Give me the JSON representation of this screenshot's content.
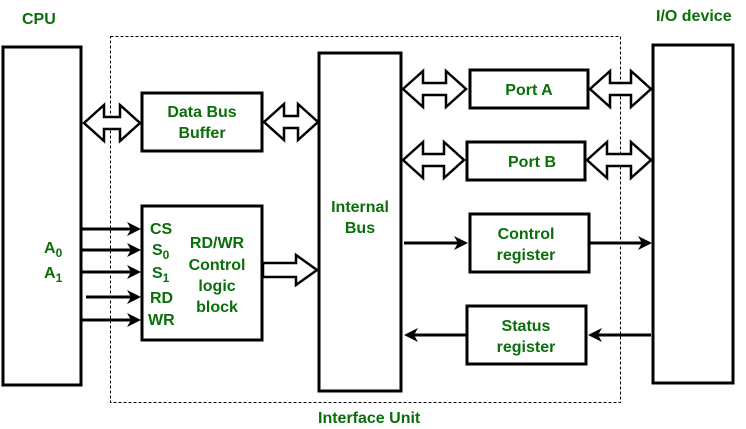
{
  "diagram": {
    "title": "I/O interface unit block diagram",
    "text_color": "#0a6e0a",
    "labels": {
      "cpu": "CPU",
      "io_device": "I/O device",
      "interface_unit": "Interface Unit"
    },
    "blocks": {
      "data_bus_buffer": [
        "Data Bus",
        "Buffer"
      ],
      "control_logic": [
        "RD/WR",
        "Control",
        "logic",
        "block"
      ],
      "internal_bus": [
        "Internal",
        "Bus"
      ],
      "port_a": [
        "Port A"
      ],
      "port_b": [
        "Port B"
      ],
      "control_register": [
        "Control",
        "register"
      ],
      "status_register": [
        "Status",
        "register"
      ]
    },
    "cpu_address_lines": [
      {
        "base": "A",
        "sub": "0"
      },
      {
        "base": "A",
        "sub": "1"
      }
    ],
    "control_signals": [
      {
        "base": "CS",
        "sub": ""
      },
      {
        "base": "S",
        "sub": "0"
      },
      {
        "base": "S",
        "sub": "1"
      },
      {
        "base": "RD",
        "sub": ""
      },
      {
        "base": "WR",
        "sub": ""
      }
    ],
    "connections": [
      {
        "from": "CPU",
        "to": "Data Bus Buffer",
        "type": "bidirectional-bus"
      },
      {
        "from": "Data Bus Buffer",
        "to": "Internal Bus",
        "type": "bidirectional-bus"
      },
      {
        "from": "RD/WR Control logic block",
        "to": "Internal Bus",
        "type": "unidirectional-bus"
      },
      {
        "from": "Internal Bus",
        "to": "Port A",
        "type": "bidirectional-bus"
      },
      {
        "from": "Internal Bus",
        "to": "Port B",
        "type": "bidirectional-bus"
      },
      {
        "from": "Port A",
        "to": "I/O device",
        "type": "bidirectional-bus"
      },
      {
        "from": "Port B",
        "to": "I/O device",
        "type": "bidirectional-bus"
      },
      {
        "from": "Internal Bus",
        "to": "Control register",
        "type": "arrow"
      },
      {
        "from": "Control register",
        "to": "I/O device",
        "type": "arrow"
      },
      {
        "from": "I/O device",
        "to": "Status register",
        "type": "arrow"
      },
      {
        "from": "Status register",
        "to": "Internal Bus",
        "type": "arrow"
      },
      {
        "from": "CPU",
        "to": "RD/WR Control logic block",
        "type": "arrow",
        "count": 5
      }
    ]
  }
}
